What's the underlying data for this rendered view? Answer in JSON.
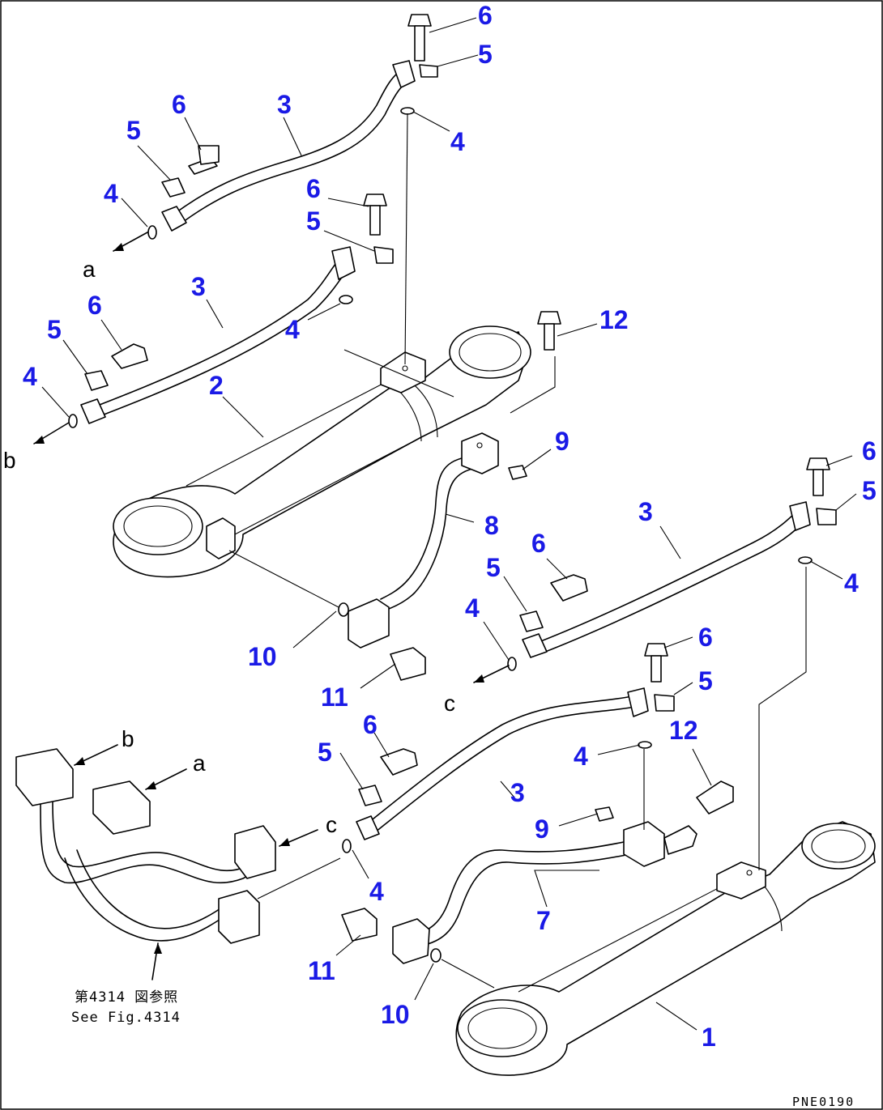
{
  "callouts": {
    "c6_top": "6",
    "c5_top": "5",
    "c4_top": "4",
    "c3_ul": "3",
    "c6_ul": "6",
    "c5_ul": "5",
    "c4_ul": "4",
    "c6_mid": "6",
    "c5_mid": "5",
    "c3_ml": "3",
    "c6_ml": "6",
    "c5_ml": "5",
    "c4_ml": "4",
    "c4_mid": "4",
    "c2": "2",
    "c12_top": "12",
    "c9_top": "9",
    "c8": "8",
    "c10_mid": "10",
    "c11_mid": "11",
    "c6_r": "6",
    "c5_r": "5",
    "c3_r": "3",
    "c4_r": "4",
    "c6_rm": "6",
    "c5_rm": "5",
    "c4_rm": "4",
    "c6_rl": "6",
    "c5_rl": "5",
    "c12_rl": "12",
    "c4_rl": "4",
    "c6_ll": "6",
    "c5_ll": "5",
    "c3_ll": "3",
    "c9_low": "9",
    "c7": "7",
    "c4_low": "4",
    "c11_low": "11",
    "c10_low": "10",
    "c1": "1"
  },
  "letters": {
    "a_top": "a",
    "b_top": "b",
    "c_mid": "c",
    "b_low": "b",
    "a_low": "a",
    "c_low": "c"
  },
  "note": {
    "jp": "第4314 図参照",
    "en": "See Fig.4314"
  },
  "drawing_code": "PNE0190"
}
